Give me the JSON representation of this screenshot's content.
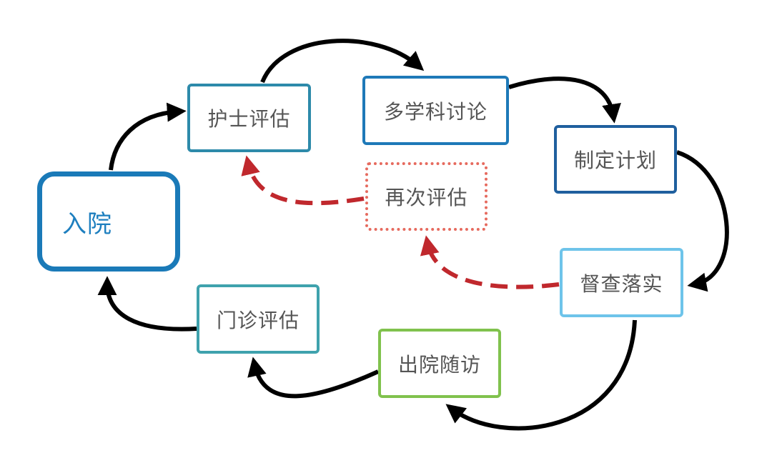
{
  "nodes": {
    "admission": "入院",
    "nurse_assessment": "护士评估",
    "mdt_discussion": "多学科讨论",
    "make_plan": "制定计划",
    "supervise": "督查落实",
    "discharge_followup": "出院随访",
    "clinic_assessment": "门诊评估",
    "reassessment": "再次评估"
  },
  "colors": {
    "start_border": "#1a7ab8",
    "flow_arrow": "#000000",
    "feedback_arrow": "#c0282d",
    "reassessment_border": "#e66a5e",
    "discharge_border": "#80c24d"
  }
}
